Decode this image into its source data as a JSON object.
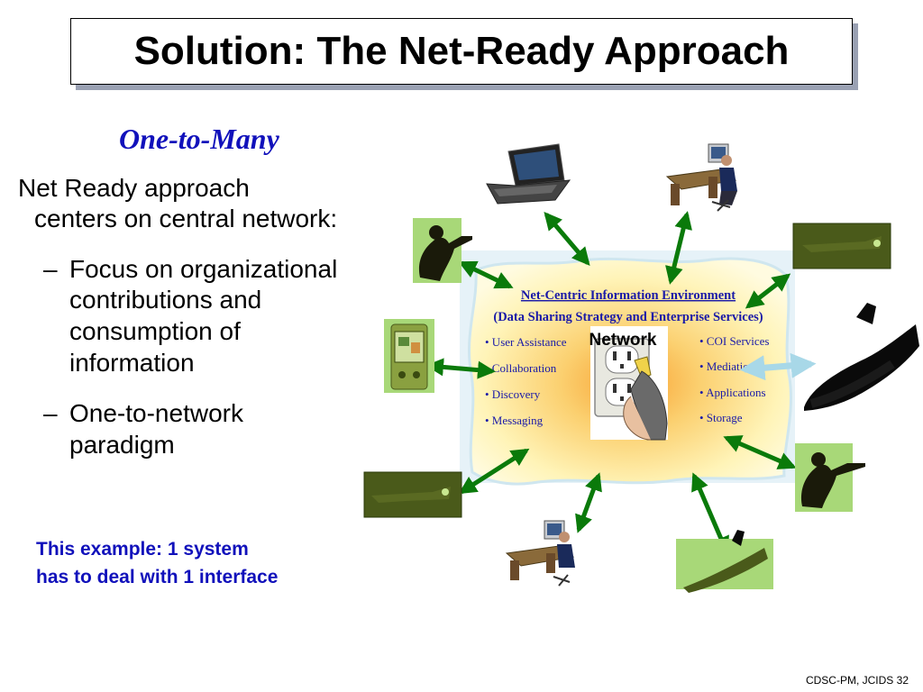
{
  "slide": {
    "title": "Solution: The Net-Ready Approach",
    "subtitle": "One-to-Many",
    "bullet_main_line1": "Net Ready approach",
    "bullet_main_line2": "centers on central network:",
    "dash": "–",
    "sub_bullets": [
      [
        "Focus on organizational",
        "contributions and",
        "consumption of",
        "information"
      ],
      [
        "One-to-network",
        "paradigm"
      ]
    ],
    "note_line1": "This example:  1 system",
    "note_line2": "has to deal  with 1 interface",
    "footer": "CDSC-PM, JCIDS 32"
  },
  "diagram": {
    "header_line1": "Net-Centric Information Environment",
    "header_line2": "(Data Sharing Strategy and Enterprise Services)",
    "services_left": [
      "• User Assistance",
      "• Collaboration",
      "• Discovery",
      "• Messaging"
    ],
    "services_right": [
      "• COI Services",
      "• Mediation",
      "• Applications",
      "• Storage"
    ],
    "center_label": "Network",
    "colors": {
      "arrow": "#0a7a0a",
      "arrow_light": "#a8d8e8",
      "text_blue": "#1a1aa8",
      "cloud_core": "#f8b040",
      "cloud_edge": "#fff6b0",
      "olive": "#4a5a1a",
      "olive_light": "#c8e890"
    },
    "icons": [
      "laptop-icon",
      "desk-workstation-icon",
      "soldier-icon",
      "pda-icon",
      "aircraft-icon",
      "submarine-icon",
      "wall-outlet-icon",
      "power-plug-icon"
    ]
  }
}
